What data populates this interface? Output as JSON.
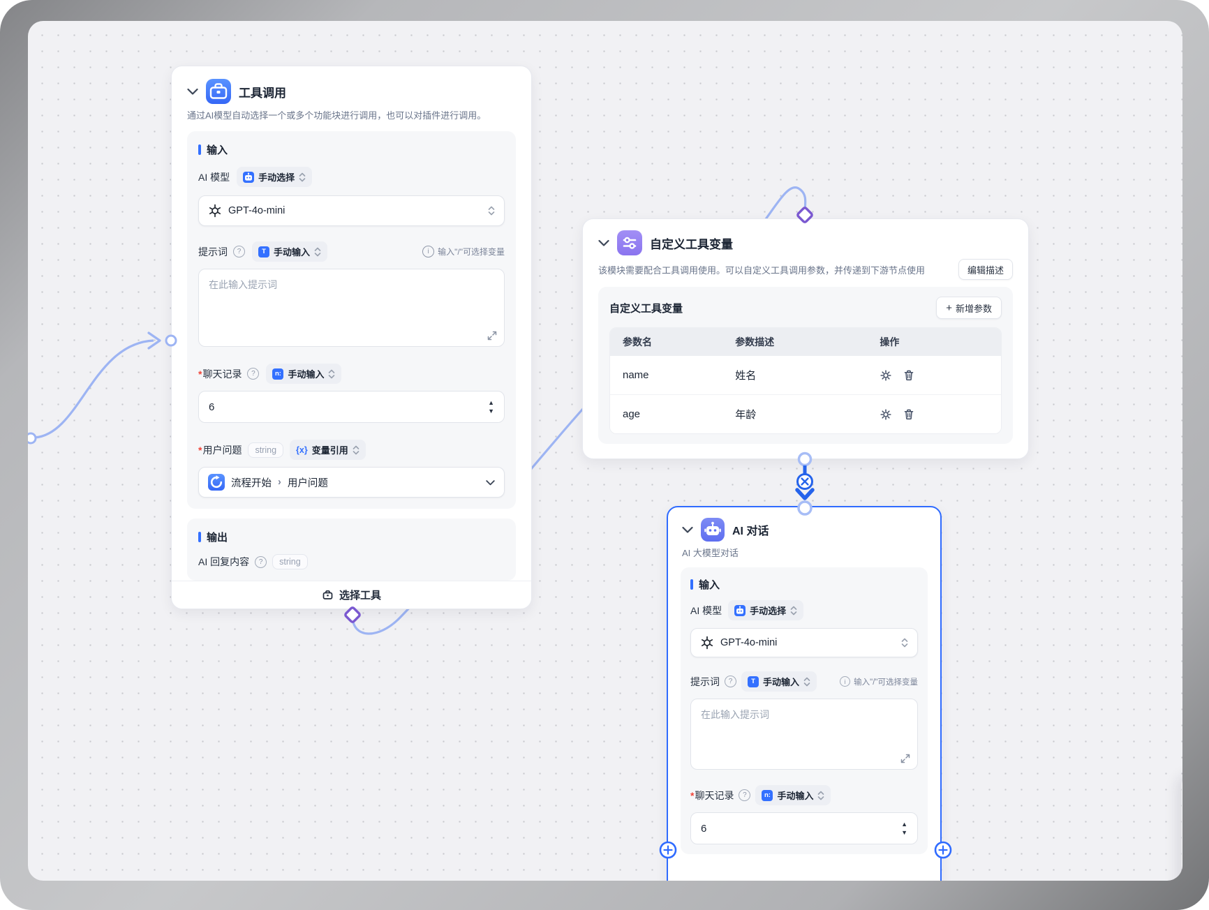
{
  "colors": {
    "accent": "#3370ff",
    "selected_border": "#2f6bff",
    "wire": "#9db4f3",
    "connector": "#2563eb",
    "diamond": "#7a58d0"
  },
  "tool_call": {
    "title": "工具调用",
    "description": "通过AI模型自动选择一个或多个功能块进行调用，也可以对插件进行调用。",
    "input": {
      "section_title": "输入",
      "model_label": "AI 模型",
      "model_mode": "手动选择",
      "model_value": "GPT-4o-mini",
      "prompt_label": "提示词",
      "prompt_mode": "手动输入",
      "prompt_hint": "输入\"/\"可选择变量",
      "prompt_placeholder": "在此输入提示词",
      "history_label": "聊天记录",
      "history_mode": "手动输入",
      "history_value": "6",
      "question_label": "用户问题",
      "question_type": "string",
      "question_mode": "变量引用",
      "question_ref_source": "流程开始",
      "question_ref_field": "用户问题"
    },
    "output": {
      "section_title": "输出",
      "reply_label": "AI 回复内容",
      "reply_type": "string"
    },
    "footer_button": "选择工具"
  },
  "custom_vars": {
    "title": "自定义工具变量",
    "description": "该模块需要配合工具调用使用。可以自定义工具调用参数，并传递到下游节点使用",
    "edit_button": "编辑描述",
    "panel_title": "自定义工具变量",
    "add_button": "新增参数",
    "table": {
      "col_name": "参数名",
      "col_desc": "参数描述",
      "col_actions": "操作",
      "rows": [
        {
          "name": "name",
          "desc": "姓名"
        },
        {
          "name": "age",
          "desc": "年龄"
        }
      ]
    }
  },
  "ai_chat": {
    "title": "AI 对话",
    "subtitle": "AI 大模型对话",
    "input": {
      "section_title": "输入",
      "model_label": "AI 模型",
      "model_mode": "手动选择",
      "model_value": "GPT-4o-mini",
      "prompt_label": "提示词",
      "prompt_mode": "手动输入",
      "prompt_hint": "输入\"/\"可选择变量",
      "prompt_placeholder": "在此输入提示词",
      "history_label": "聊天记录",
      "history_mode": "手动输入",
      "history_value": "6"
    }
  }
}
